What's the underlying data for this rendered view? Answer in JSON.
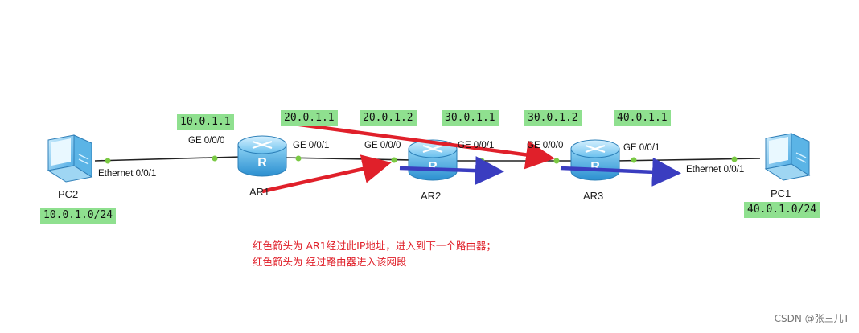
{
  "devices": {
    "pc2": "PC2",
    "pc1": "PC1",
    "ar1": "AR1",
    "ar2": "AR2",
    "ar3": "AR3"
  },
  "interfaces": {
    "pc2_eth": "Ethernet 0/0/1",
    "ar1_ge000": "GE 0/0/0",
    "ar1_ge001": "GE 0/0/1",
    "ar2_ge000": "GE 0/0/0",
    "ar2_ge001": "GE 0/0/1",
    "ar3_ge000": "GE 0/0/0",
    "ar3_ge001": "GE 0/0/1",
    "pc1_eth": "Ethernet 0/0/1"
  },
  "ips": {
    "ar1_ge000": "10.0.1.1",
    "ar1_ge001": "20.0.1.1",
    "ar2_ge000": "20.0.1.2",
    "ar2_ge001": "30.0.1.1",
    "ar3_ge000": "30.0.1.2",
    "ar3_ge001": "40.0.1.1",
    "pc2_net": "10.0.1.0/24",
    "pc1_net": "40.0.1.0/24"
  },
  "notes": {
    "line1": "红色箭头为  AR1经过此IP地址，进入到下一个路由器；",
    "line2": "红色箭头为  经过路由器进入该网段"
  },
  "watermark": "CSDN @张三儿T",
  "colors": {
    "ip_label_bg": "#8fe08f",
    "red_arrow": "#e0202a",
    "blue_arrow": "#3a3dc0",
    "router": "#3aa0d8",
    "link": "#222222",
    "port": "#7ac943"
  },
  "icons": {
    "pc": "pc-icon",
    "router": "router-icon"
  }
}
